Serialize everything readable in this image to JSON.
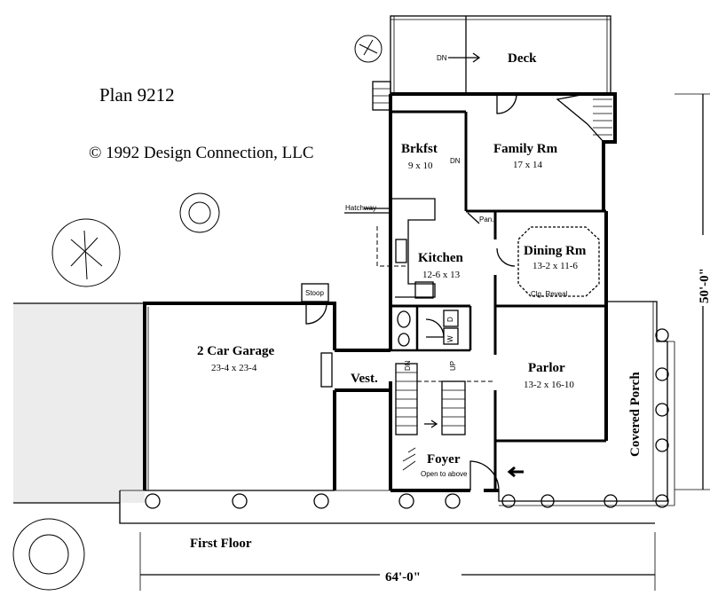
{
  "plan_title": "Plan 9212",
  "copyright": "© 1992 Design Connection, LLC",
  "floor_label": "First Floor",
  "dimensions": {
    "width": "64'-0\"",
    "depth": "50'-0\""
  },
  "rooms": [
    {
      "id": "deck",
      "name": "Deck",
      "size": ""
    },
    {
      "id": "brkfst",
      "name": "Brkfst",
      "size": "9 x 10"
    },
    {
      "id": "family",
      "name": "Family Rm",
      "size": "17 x 14"
    },
    {
      "id": "dining",
      "name": "Dining Rm",
      "size": "13-2 x 11-6"
    },
    {
      "id": "kitchen",
      "name": "Kitchen",
      "size": "12-6 x 13"
    },
    {
      "id": "garage",
      "name": "2 Car Garage",
      "size": "23-4 x 23-4"
    },
    {
      "id": "parlor",
      "name": "Parlor",
      "size": "13-2 x 16-10"
    },
    {
      "id": "foyer",
      "name": "Foyer",
      "size": "Open to above"
    },
    {
      "id": "vest",
      "name": "Vest.",
      "size": ""
    },
    {
      "id": "porch",
      "name": "Covered Porch",
      "size": ""
    }
  ],
  "annotations": {
    "hatchway": "Hatchway",
    "stoop": "Stoop",
    "pan": "Pan.",
    "clg_reveal": "Clg. Reveal",
    "dn_deck": "DN",
    "dn_brkfst": "DN",
    "stair_dn": "DN",
    "stair_up": "UP",
    "washer": "W",
    "dryer": "D"
  }
}
